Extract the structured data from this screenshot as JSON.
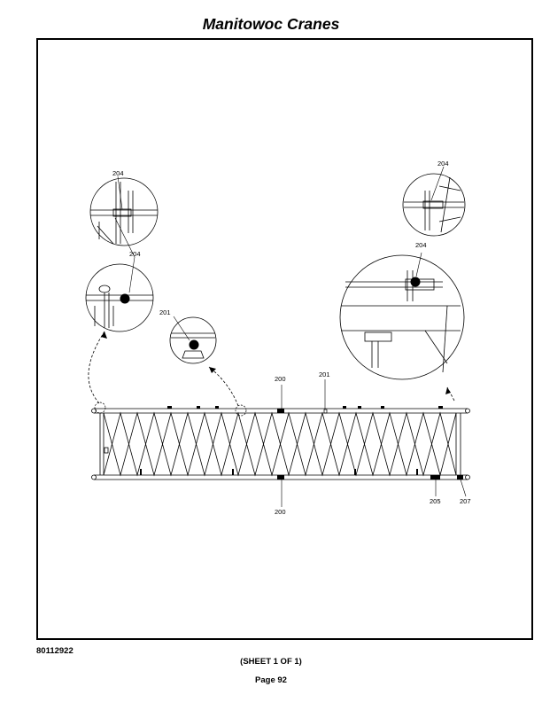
{
  "header": {
    "title": "Manitowoc Cranes"
  },
  "callouts": {
    "c204_a": "204",
    "c204_b": "204",
    "c204_c": "204",
    "c204_d": "204",
    "c201_a": "201",
    "c201_b": "201",
    "c200_top": "200",
    "c200_bottom": "200",
    "c205": "205",
    "c207": "207"
  },
  "footer": {
    "doc_number": "80112922",
    "sheet": "(SHEET 1 OF 1)",
    "page": "Page 92"
  }
}
